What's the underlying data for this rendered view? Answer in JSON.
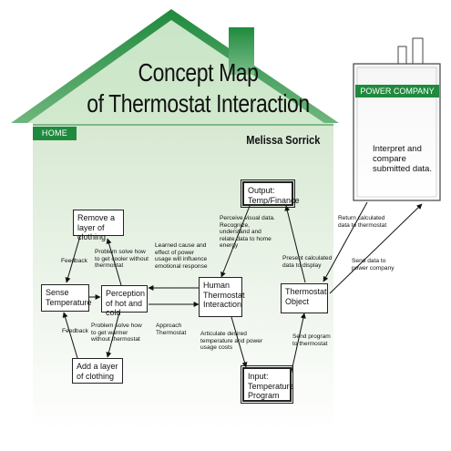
{
  "title": {
    "line1": "Concept Map",
    "line2": "of Thermostat Interaction"
  },
  "author": "Melissa Sorrick",
  "home_label": "HOME",
  "power_company": {
    "label": "POWER COMPANY",
    "text": "Interpret and compare submitted data."
  },
  "nodes": {
    "remove_clothing": "Remove a layer of clothing",
    "sense_temp": "Sense Temperature",
    "perception": "Perception of hot and cold",
    "add_clothing": "Add a layer of clothing",
    "human_interaction": "Human Thermostat Interaction",
    "output": "Output: Temp/Finance",
    "input": "Input: Temperature Program",
    "thermostat_object": "Thermostat Object"
  },
  "labels": {
    "feedback_top": "Feedback",
    "feedback_bottom": "Feedback",
    "problem_cooler": "Problem solve how to get cooler without thermostat",
    "problem_warmer": "Problem solve how to get warmer without thermostat",
    "learned": "Learned cause and effect of power usage will influence emotional response",
    "approach": "Approach Thermostat",
    "perceive": "Perceive visual data. Recognize, understand and relate data to home energy",
    "articulate": "Articulate desired temperature and power usage costs",
    "present": "Present calculated data to display",
    "send_program": "Send program to thermostat",
    "return_data": "Return calculated data to thermostat",
    "send_data": "Send data to power company"
  },
  "colors": {
    "house_green": "#1f8a3e",
    "house_fill": "#dcebd8",
    "power_box": "#ffffff",
    "power_accent": "#1f8a3e"
  }
}
